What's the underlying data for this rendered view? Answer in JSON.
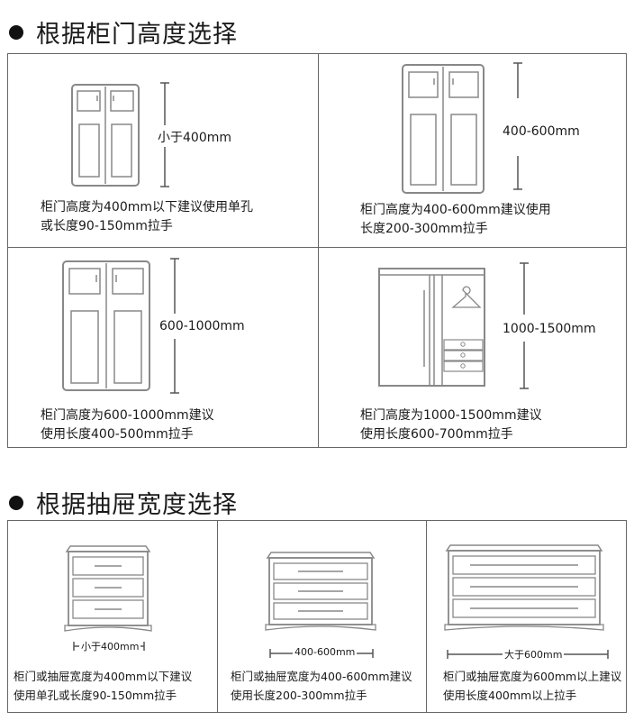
{
  "section1": {
    "title": "根据柜门高度选择",
    "cells": [
      {
        "measure": "小于400mm",
        "caption_line1": "柜门高度为400mm以下建议使用单孔",
        "caption_line2": "或长度90-150mm拉手"
      },
      {
        "measure": "400-600mm",
        "caption_line1": "柜门高度为400-600mm建议使用",
        "caption_line2": "长度200-300mm拉手"
      },
      {
        "measure": "600-1000mm",
        "caption_line1": "柜门高度为600-1000mm建议",
        "caption_line2": "使用长度400-500mm拉手"
      },
      {
        "measure": "1000-1500mm",
        "caption_line1": "柜门高度为1000-1500mm建议",
        "caption_line2": "使用长度600-700mm拉手"
      }
    ]
  },
  "section2": {
    "title": "根据抽屉宽度选择",
    "cells": [
      {
        "measure": "小于400mm",
        "caption_line1": "柜门或抽屉宽度为400mm以下建议",
        "caption_line2": "使用单孔或长度90-150mm拉手"
      },
      {
        "measure": "400-600mm",
        "caption_line1": "柜门或抽屉宽度为400-600mm建议",
        "caption_line2": "使用长度200-300mm拉手"
      },
      {
        "measure": "大于600mm",
        "caption_line1": "柜门或抽屉宽度为600mm以上建议",
        "caption_line2": "使用长度400mm以上拉手"
      }
    ]
  }
}
